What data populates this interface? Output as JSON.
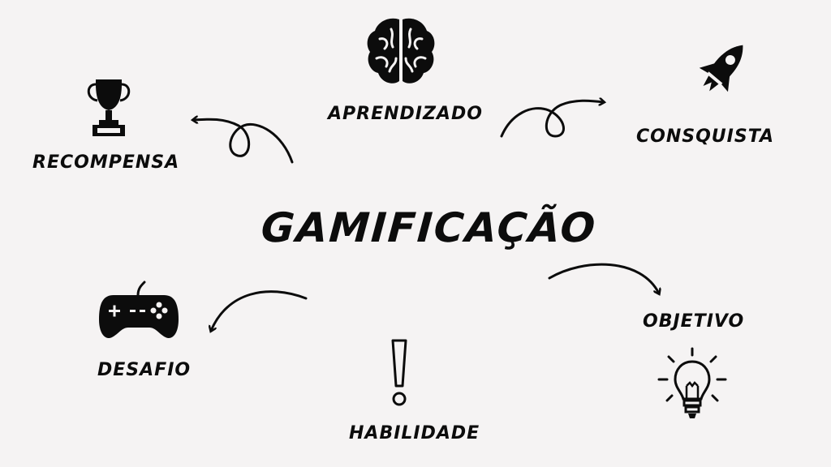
{
  "diagram": {
    "center": "GAMIFICAÇÃO",
    "nodes": {
      "aprendizado": "APRENDIZADO",
      "recompensa": "RECOMPENSA",
      "consquista": "CONSQUISTA",
      "desafio": "DESAFIO",
      "habilidade": "HABILIDADE",
      "objetivo": "OBJETIVO"
    },
    "icons": [
      "brain-icon",
      "trophy-icon",
      "rocket-icon",
      "gamepad-icon",
      "exclamation-icon",
      "lightbulb-icon"
    ]
  },
  "colors": {
    "ink": "#0c0c0c",
    "background": "#f5f3f3"
  }
}
